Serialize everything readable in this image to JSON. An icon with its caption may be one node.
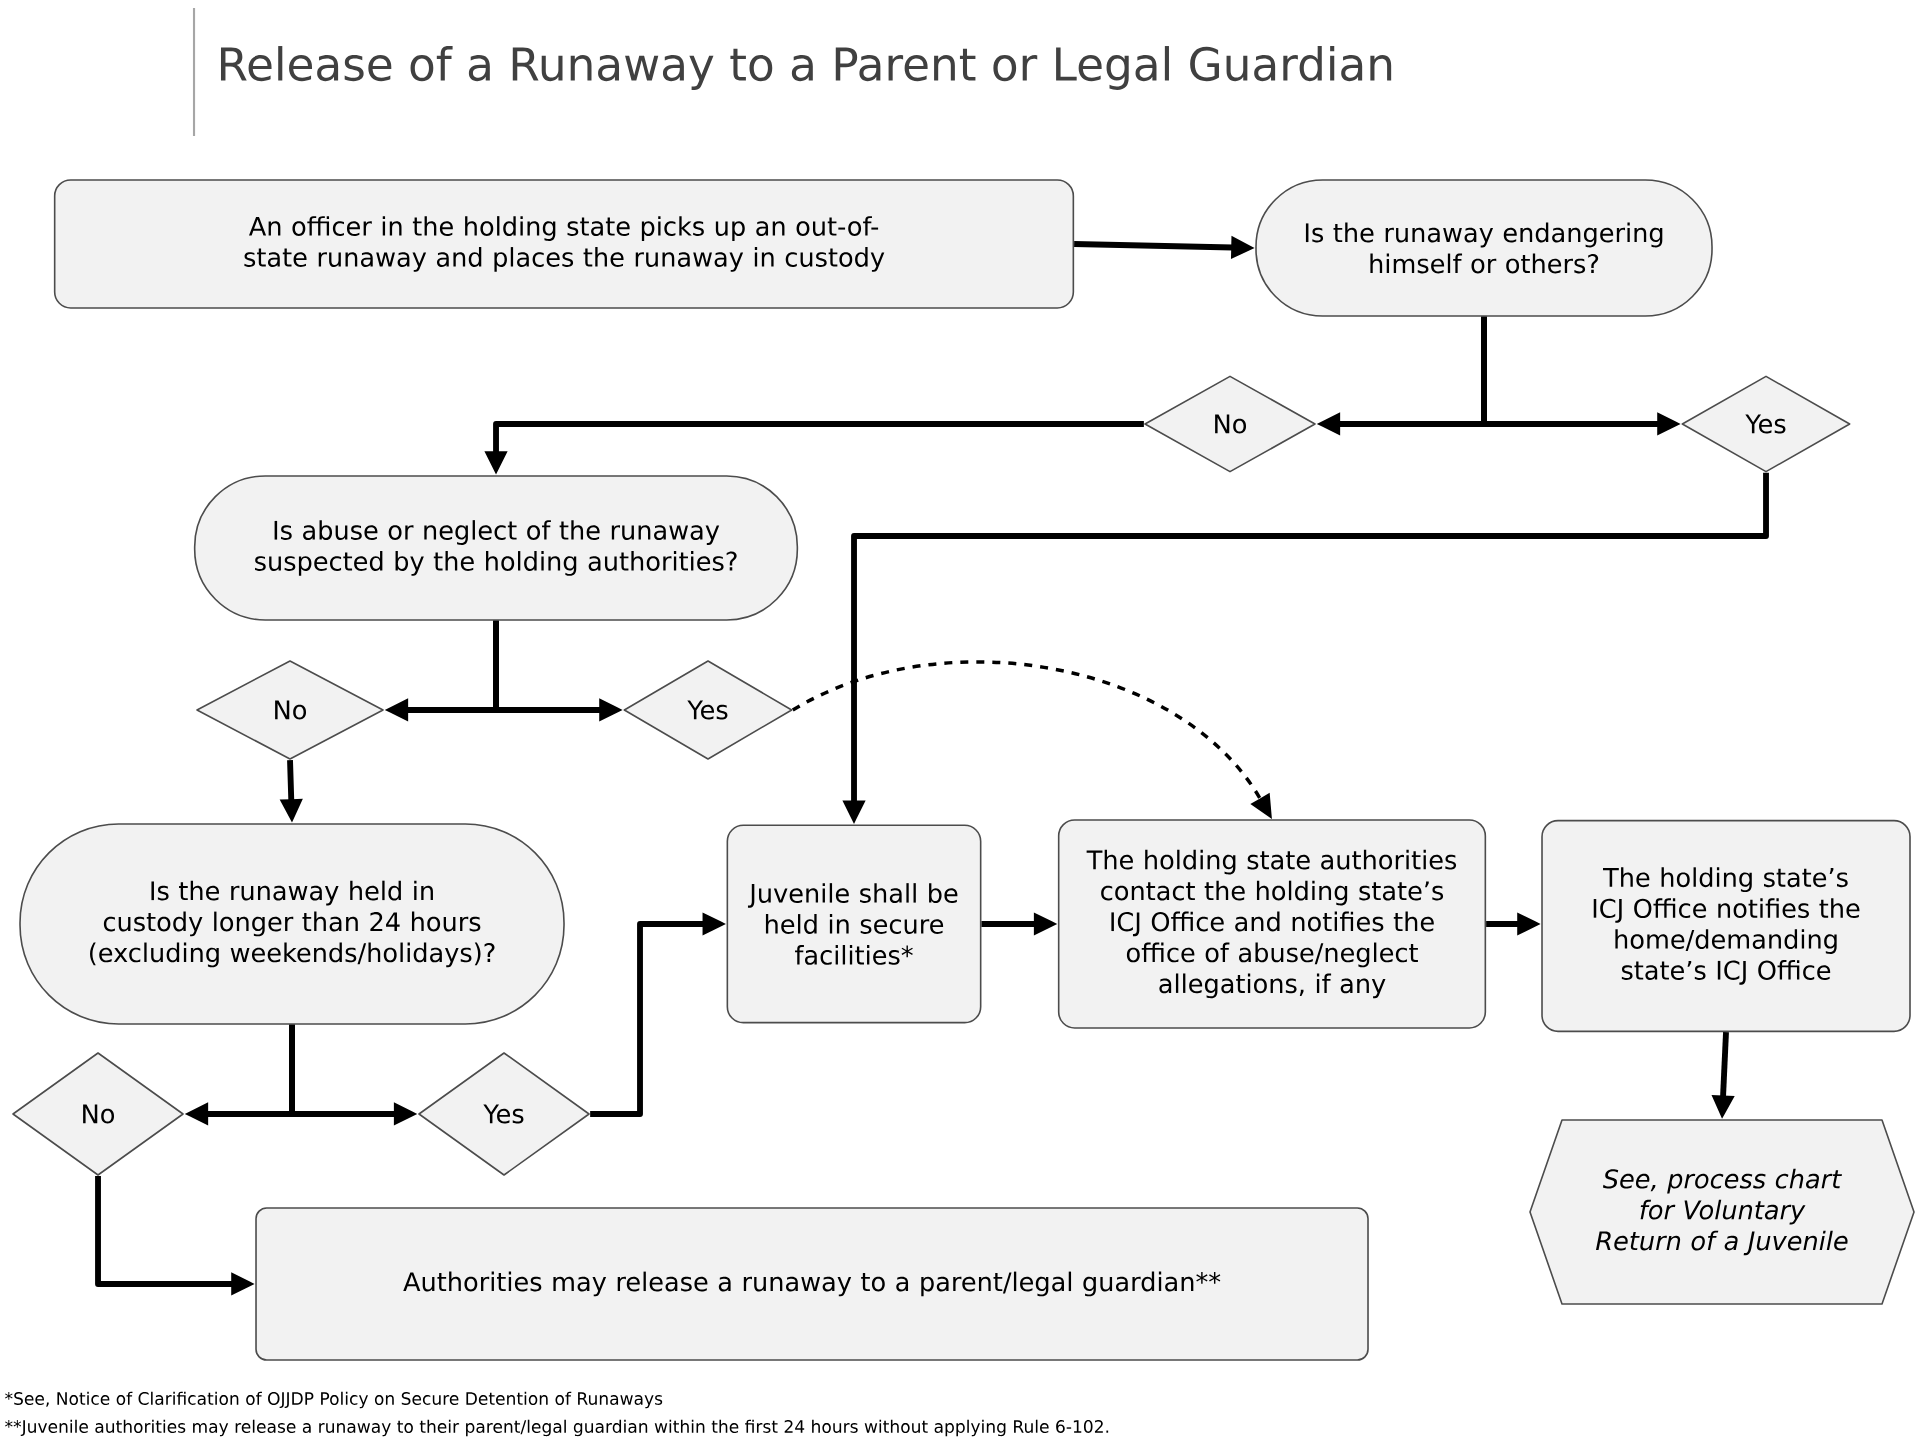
{
  "diagram": {
    "title": "Release of a Runaway to a Parent or Legal Guardian",
    "nodes": [
      {
        "text": [
          "An officer in the holding state picks up an out-of-state runaway and places the runaway in custody"
        ]
      },
      {
        "text": [
          "Is the runaway endangering himself or others?"
        ]
      },
      {
        "text": [
          "No"
        ]
      },
      {
        "text": [
          "Yes"
        ]
      },
      {
        "text": [
          "Is abuse or neglect of the runaway suspected by the holding authorities?"
        ]
      },
      {
        "text": [
          "No"
        ]
      },
      {
        "text": [
          "Yes"
        ]
      },
      {
        "text": [
          "Is the runaway held in custody longer than 24 hours (excluding weekends/holidays)?"
        ]
      },
      {
        "text": [
          "No"
        ]
      },
      {
        "text": [
          "Yes"
        ]
      },
      {
        "text": [
          "Juvenile shall be held in secure facilities*"
        ]
      },
      {
        "text": [
          "The holding state authorities contact the holding state’s ICJ Office and notifies the office of abuse/neglect allegations, if any"
        ]
      },
      {
        "text": [
          "The holding state’s ICJ Office notifies the home/demanding state’s ICJ Office"
        ]
      },
      {
        "text": [
          "See, process chart for Voluntary Return of a Juvenile"
        ]
      },
      {
        "text": [
          "Authorities may release a runaway to a parent/legal guardian**"
        ]
      }
    ],
    "edges": [
      {
        "from": 0,
        "to": 1,
        "arrow": "to"
      },
      {
        "from": 1,
        "to": 2,
        "arrow": "to"
      },
      {
        "from": 1,
        "to": 3,
        "arrow": "to"
      },
      {
        "from": 2,
        "to": 4,
        "arrow": "to"
      },
      {
        "from": 3,
        "to": 10,
        "arrow": "to"
      },
      {
        "from": 4,
        "to": 5,
        "arrow": "to"
      },
      {
        "from": 4,
        "to": 6,
        "arrow": "to"
      },
      {
        "from": 5,
        "to": 7,
        "arrow": "to"
      },
      {
        "from": 6,
        "to": 11,
        "arrow": "to",
        "style": "dashed"
      },
      {
        "from": 7,
        "to": 8,
        "arrow": "to"
      },
      {
        "from": 7,
        "to": 9,
        "arrow": "to"
      },
      {
        "from": 8,
        "to": 14,
        "arrow": "to"
      },
      {
        "from": 9,
        "to": 10,
        "arrow": "to"
      },
      {
        "from": 10,
        "to": 11,
        "arrow": "to"
      },
      {
        "from": 11,
        "to": 12,
        "arrow": "to"
      },
      {
        "from": 12,
        "to": 13,
        "arrow": "to"
      }
    ],
    "labels": [
      "*See, Notice of Clarification of OJJDP Policy on Secure Detention of Runaways",
      "**Juvenile authorities may release a runaway to their parent/legal guardian within the first 24 hours without applying Rule 6-102."
    ]
  }
}
